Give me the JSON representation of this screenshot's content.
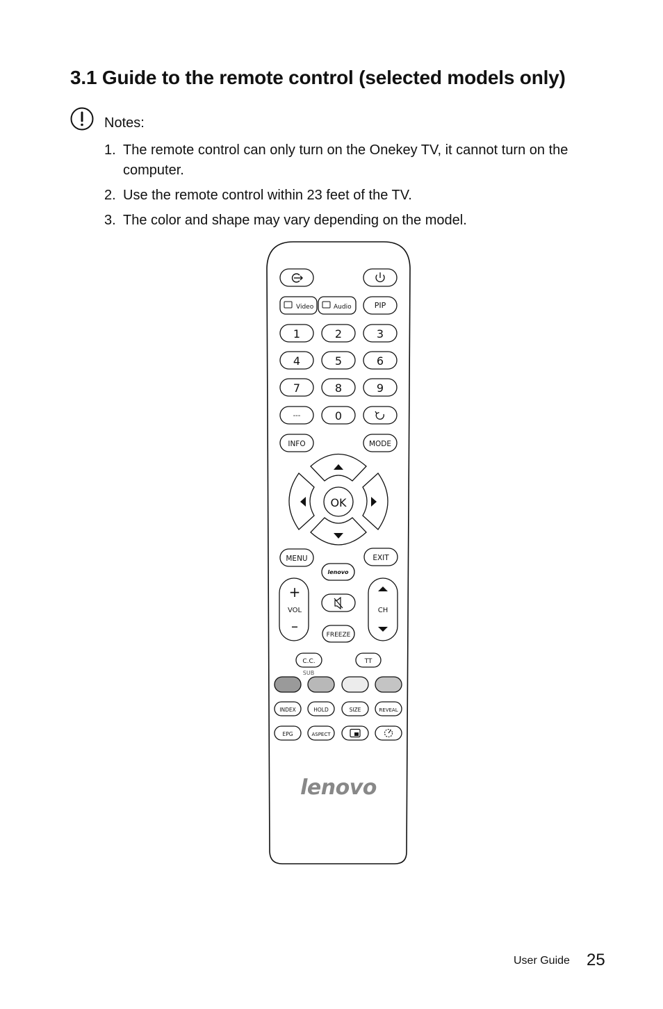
{
  "heading": "3.1 Guide to the remote control (selected models only)",
  "notes": {
    "label": "Notes:",
    "items": [
      {
        "num": "1.",
        "text": "The remote control can only turn on the Onekey TV, it cannot turn on the computer."
      },
      {
        "num": "2.",
        "text": "Use the remote control within 23 feet of the TV."
      },
      {
        "num": "3.",
        "text": "The color and shape may vary depending on the model."
      }
    ]
  },
  "remote": {
    "video": "Video",
    "audio": "Audio",
    "pip": "PIP",
    "digits": [
      "1",
      "2",
      "3",
      "4",
      "5",
      "6",
      "7",
      "8",
      "9"
    ],
    "dash": "---",
    "zero": "0",
    "info": "INFO",
    "mode": "MODE",
    "ok": "OK",
    "menu": "MENU",
    "exit": "EXIT",
    "brand_small": "lenovo",
    "vol": "VOL",
    "plus": "+",
    "minus": "–",
    "ch": "CH",
    "freeze": "FREEZE",
    "cc": "C.C.",
    "sub": "SUB",
    "tt": "TT",
    "index": "INDEX",
    "hold": "HOLD",
    "size": "SIZE",
    "reveal": "REVEAL",
    "epg": "EPG",
    "aspect": "ASPECT",
    "brand_large": "lenovo",
    "color_keys": [
      "#9a9a9a",
      "#b8b8b8",
      "#ececec",
      "#c4c4c4"
    ]
  },
  "footer": {
    "label": "User Guide",
    "page": "25"
  }
}
